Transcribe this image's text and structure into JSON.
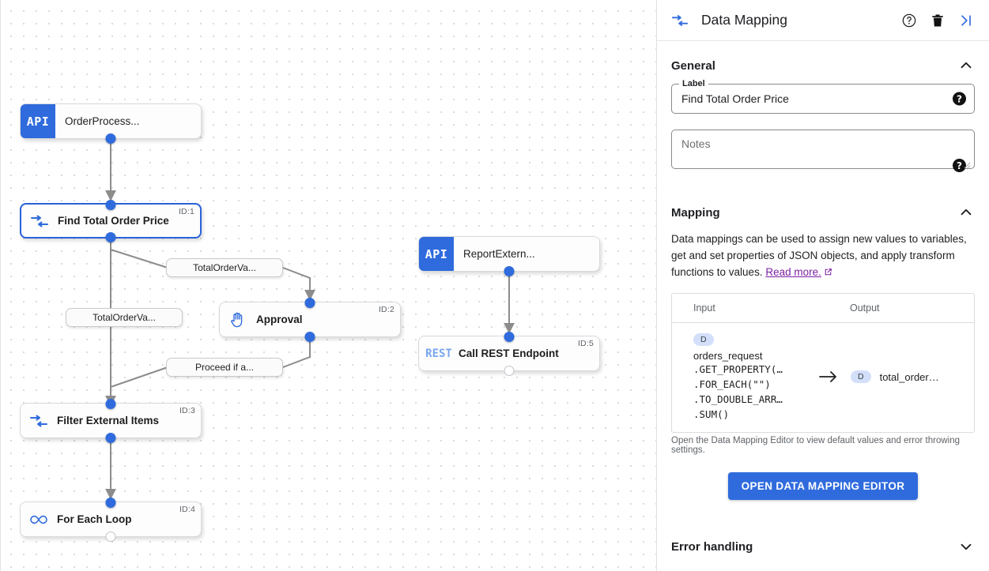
{
  "canvas": {
    "nodes": [
      {
        "id": "n0",
        "badge": "API",
        "label": "OrderProcess...",
        "id_label": ""
      },
      {
        "id": "n1",
        "icon": "data-mapping-icon",
        "label": "Find Total Order Price",
        "id_label": "ID:1"
      },
      {
        "id": "n2",
        "icon": "hand-approval-icon",
        "label": "Approval",
        "id_label": "ID:2"
      },
      {
        "id": "n3",
        "icon": "data-mapping-icon",
        "label": "Filter External Items",
        "id_label": "ID:3"
      },
      {
        "id": "n4",
        "icon": "infinity-loop-icon",
        "label": "For Each Loop",
        "id_label": "ID:4"
      },
      {
        "id": "n5",
        "badge": "API",
        "label": "ReportExtern...",
        "id_label": ""
      },
      {
        "id": "n6",
        "badge": "REST",
        "label": "Call REST Endpoint",
        "id_label": "ID:5"
      }
    ],
    "edge_labels": [
      {
        "text": "TotalOrderVa..."
      },
      {
        "text": "TotalOrderVa..."
      },
      {
        "text": "Proceed if a..."
      }
    ]
  },
  "panel": {
    "header": {
      "icon": "data-mapping-icon",
      "title": "Data Mapping",
      "help_icon": "help-circle-icon",
      "delete_icon": "trash-icon",
      "collapse_icon": "collapse-panel-icon"
    },
    "general": {
      "title": "General",
      "collapse_icon": "chevron-up-icon",
      "label_legend": "Label",
      "label_value": "Find Total Order Price",
      "label_help_icon": "help-icon",
      "notes_placeholder": "Notes",
      "notes_value": "",
      "notes_help_icon": "help-icon"
    },
    "mapping": {
      "title": "Mapping",
      "collapse_icon": "chevron-up-icon",
      "description": "Data mappings can be used to assign new values to variables, get and set properties of JSON objects, and apply transform functions to values. ",
      "read_more": "Read more.",
      "read_more_icon": "external-link-icon",
      "table": {
        "headers": [
          "Input",
          "Output"
        ],
        "rows": [
          {
            "input_badge": "D",
            "input_name": "orders_request",
            "input_code": [
              ".GET_PROPERTY(…",
              ".FOR_EACH(\"\")",
              ".TO_DOUBLE_ARR…",
              ".SUM()"
            ],
            "arrow": "→",
            "output_badge": "D",
            "output_name": "total_order…"
          }
        ]
      },
      "note": "Open the Data Mapping Editor to view default values and error throwing settings.",
      "button_label": "OPEN DATA MAPPING EDITOR"
    },
    "error_handling": {
      "title": "Error handling",
      "collapse_icon": "chevron-down-icon"
    }
  },
  "colors": {
    "accent": "#2f6bdd",
    "api_badge": "#2f6bdd",
    "rest_text": "#7aa7f0",
    "link": "#7b1fa2",
    "badge_bg": "#d3dffa"
  }
}
